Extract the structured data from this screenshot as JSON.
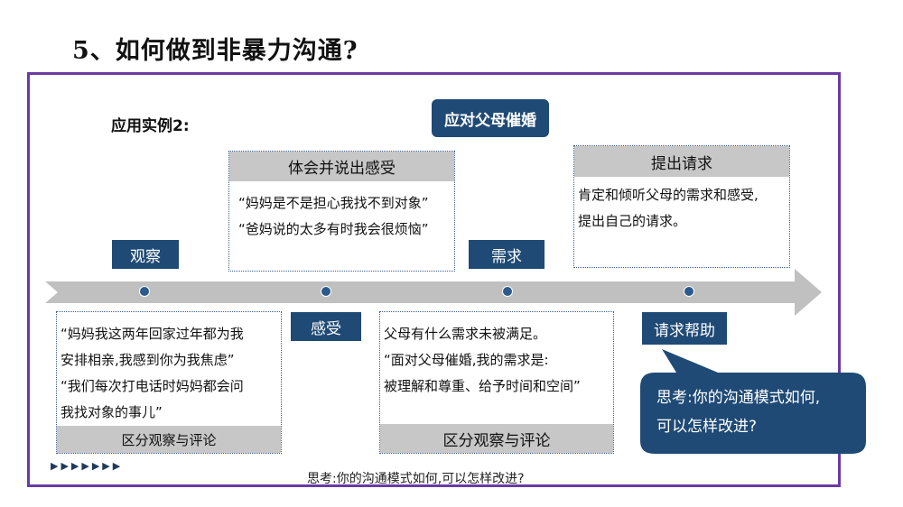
{
  "title": "5、如何做到非暴力沟通?",
  "subtitle": "应用实例2:",
  "topic": "应对父母催婚",
  "labels": {
    "observe": "观察",
    "need": "需求",
    "feel": "感受",
    "request": "请求帮助"
  },
  "cards": {
    "express_feelings": {
      "header": "体会并说出感受",
      "text": "“妈妈是不是担心我找不到对象”\n“爸妈说的太多有时我会很烦恼”"
    },
    "make_request": {
      "header": "提出请求",
      "text": "肯定和倾听父母的需求和感受,\n提出自己的请求。"
    },
    "observation": {
      "text": "“妈妈我这两年回家过年都为我\n安排相亲,我感到你为我焦虑”\n“我们每次打电话时妈妈都会问\n我找对象的事儿”",
      "footer": "区分观察与评论"
    },
    "needs": {
      "text": "父母有什么需求未被满足。\n“面对父母催婚,我的需求是:\n被理解和尊重、给予时间和空间”",
      "footer": "区分观察与评论"
    }
  },
  "callout": {
    "text": "思考:你的沟通模式如何,\n可以怎样改进?"
  },
  "footer": "思考:你的沟通模式如何,可以怎样改进?",
  "markers": "▶▶▶▶▶▶▶",
  "colors": {
    "accent": "#1f4a75",
    "frame": "#6a3aa6",
    "timeline": "#c0c0c0",
    "card_header": "#c7c7c7"
  }
}
